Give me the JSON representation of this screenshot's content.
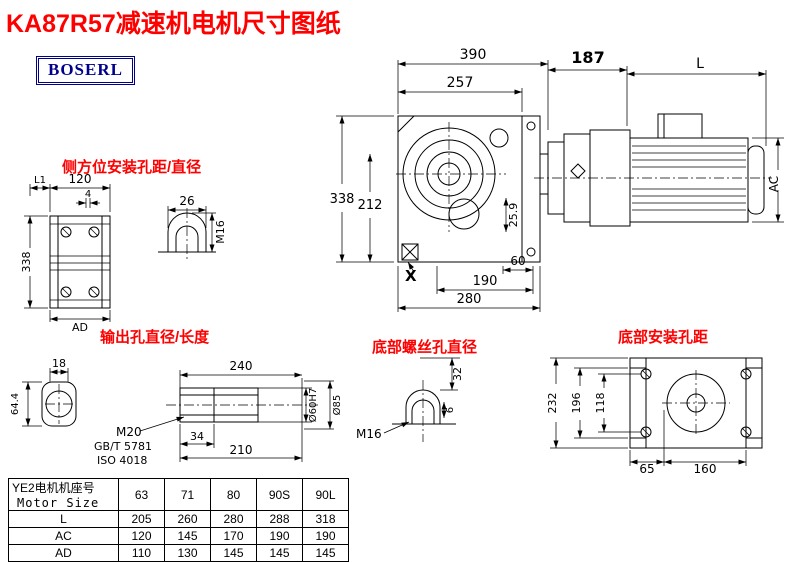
{
  "page": {
    "title": "KA87R57减速机电机尺寸图纸",
    "brand": "BOSERL"
  },
  "colors": {
    "accent_red": "#fe0000",
    "brand_blue": "#00008b",
    "line_black": "#000000"
  },
  "section_labels": {
    "side_mount": "侧方位安装孔距/直径",
    "output": "输出孔直径/长度",
    "bottom_screw": "底部螺丝孔直径",
    "bottom_mount": "底部安装孔距"
  },
  "main_view": {
    "dim_390": "390",
    "dim_257": "257",
    "dim_338": "338",
    "dim_212": "212",
    "dim_25_9": "25.9",
    "dim_60": "60",
    "dim_190": "190",
    "dim_280": "280",
    "mark_x": "X"
  },
  "motor_view": {
    "dim_187": "187",
    "dim_l": "L",
    "dim_ac": "AC"
  },
  "side_mount_view": {
    "dim_l1": "L1",
    "dim_120": "120",
    "dim_4": "4",
    "dim_338": "338",
    "dim_ad": "AD",
    "dim_26": "26",
    "dim_m16": "M16"
  },
  "output_view": {
    "dim_18": "18",
    "dim_64_4": "64.4",
    "dim_240": "240",
    "thread_spec_1": "M20",
    "thread_spec_2": "GB/T 5781",
    "thread_spec_3": "ISO 4018",
    "dim_34": "34",
    "dim_210": "210",
    "dim_d60": "Ø60H7",
    "dim_d85": "Ø85"
  },
  "screw_view": {
    "dim_32": "32",
    "dim_6": "6",
    "dim_m16": "M16"
  },
  "bottom_mount_view": {
    "dim_232": "232",
    "dim_196": "196",
    "dim_118": "118",
    "dim_65": "65",
    "dim_160": "160"
  },
  "table": {
    "header_line1": "YE2电机机座号",
    "header_line2": "Motor Size",
    "columns": [
      "63",
      "71",
      "80",
      "90S",
      "90L"
    ],
    "rows": [
      {
        "label": "L",
        "values": [
          "205",
          "260",
          "280",
          "288",
          "318"
        ]
      },
      {
        "label": "AC",
        "values": [
          "120",
          "145",
          "170",
          "190",
          "190"
        ]
      },
      {
        "label": "AD",
        "values": [
          "110",
          "130",
          "145",
          "145",
          "145"
        ]
      }
    ]
  }
}
